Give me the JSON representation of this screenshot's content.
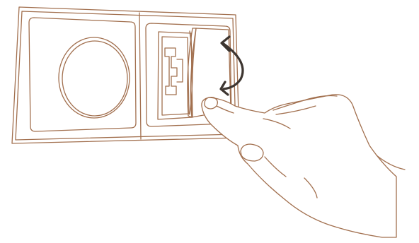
{
  "illustration": {
    "subject": "",
    "colors": {
      "outline": "#a2704f",
      "arrow": "#3d3530",
      "background": "#ffffff"
    },
    "icons": [
      "double-frame-switch-plate",
      "rotary-dimmer-knob",
      "switch-insert-mechanism",
      "hinged-rocker-cover",
      "curved-double-arrow",
      "hand"
    ]
  }
}
